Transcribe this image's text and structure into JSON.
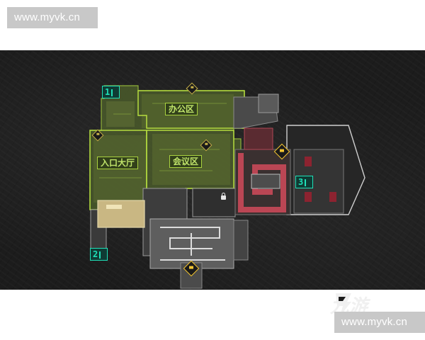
{
  "watermarks": {
    "top": "www.myvk.cn",
    "bottom": "www.myvk.cn"
  },
  "map": {
    "zones": {
      "office": "办公区",
      "lobby": "入口大厅",
      "meeting": "会议区"
    },
    "floor_markers": {
      "f1": "1",
      "f2": "2",
      "f3": "3"
    },
    "icons": [
      "stairs-icon",
      "spawn-marker-icon",
      "lock-icon"
    ],
    "colors": {
      "zone_highlight": "#a9d13f",
      "floor_marker": "#1fe0b8",
      "spawn_marker": "#f2c431",
      "red_corridor": "#d24a5a"
    }
  },
  "logo": {
    "text": "九游",
    "icon": "jiuyou-logo-icon"
  }
}
